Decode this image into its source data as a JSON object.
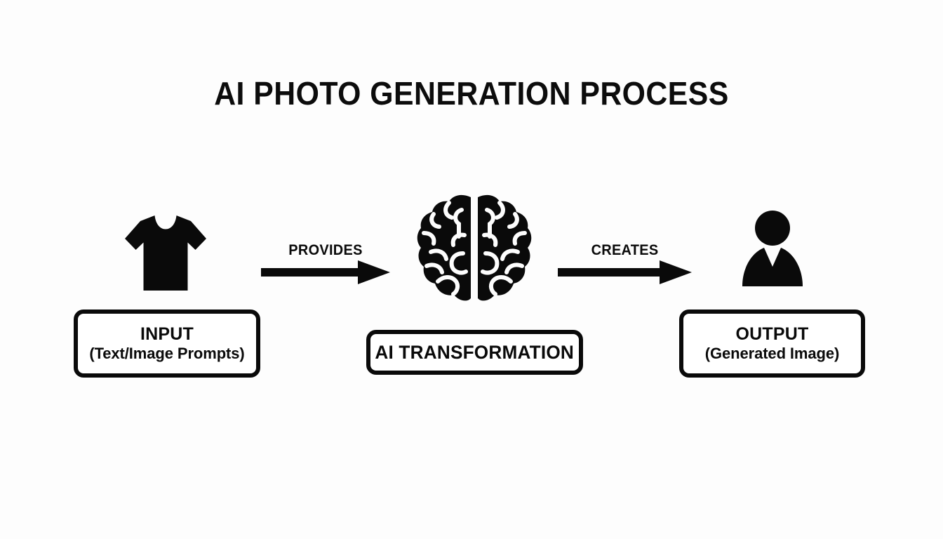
{
  "title": "AI PHOTO GENERATION PROCESS",
  "colors": {
    "ink": "#0a0a0a",
    "background": "#fdfdfd",
    "box_fill": "#ffffff"
  },
  "nodes": [
    {
      "id": "input",
      "icon": "tshirt-icon",
      "line1": "INPUT",
      "line2": "(Text/Image Prompts)"
    },
    {
      "id": "ai_transformation",
      "icon": "brain-icon",
      "line1": "AI TRANSFORMATION",
      "line2": ""
    },
    {
      "id": "output",
      "icon": "person-icon",
      "line1": "OUTPUT",
      "line2": "(Generated Image)"
    }
  ],
  "arrows": [
    {
      "id": "provides",
      "label": "PROVIDES",
      "from": "input",
      "to": "ai_transformation",
      "direction": "right"
    },
    {
      "id": "creates",
      "label": "CREATES",
      "from": "ai_transformation",
      "to": "output",
      "direction": "right"
    }
  ]
}
